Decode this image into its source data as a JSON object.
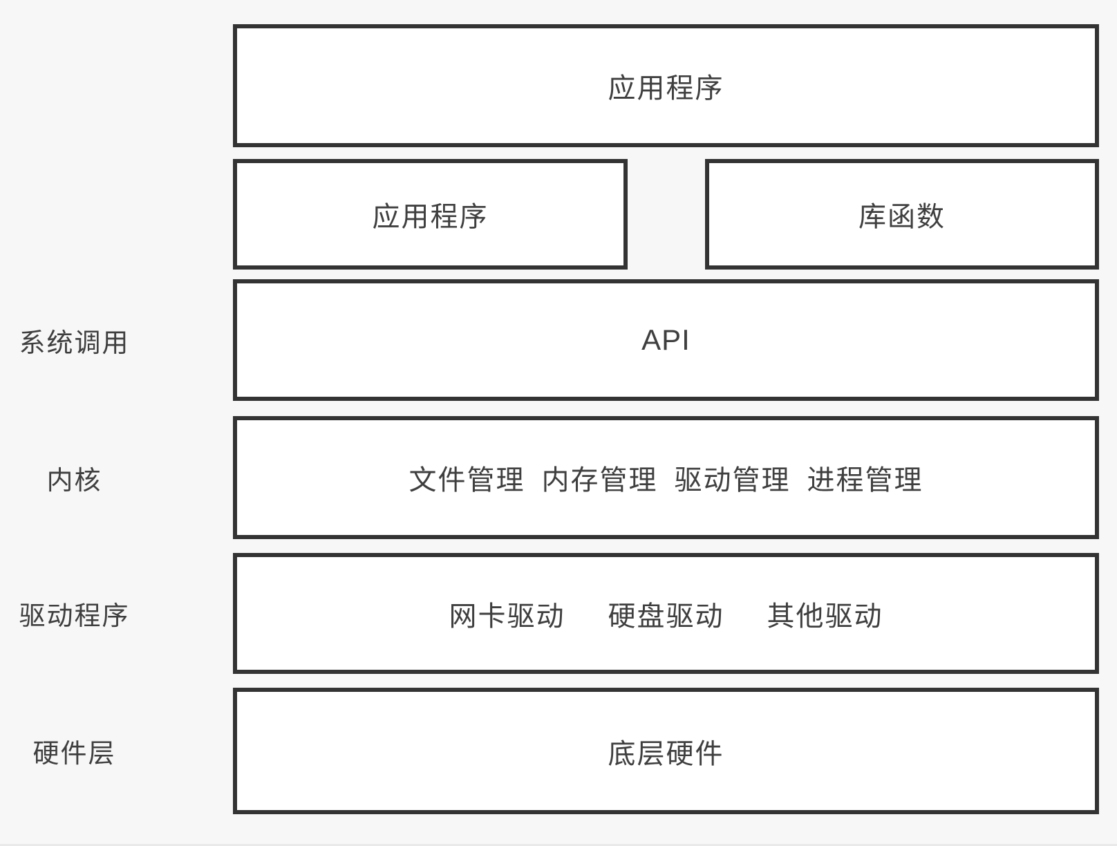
{
  "colors": {
    "background": "#f7f7f7",
    "box_fill": "#ffffff",
    "border": "#333333",
    "text": "#3f3f3f"
  },
  "diagram": {
    "side_labels": {
      "system_call": "系统调用",
      "kernel": "内核",
      "driver": "驱动程序",
      "hardware": "硬件层"
    },
    "boxes": {
      "application_top": "应用程序",
      "application": "应用程序",
      "library": "库函数",
      "api": "API",
      "kernel_items": [
        "文件管理",
        "内存管理",
        "驱动管理",
        "进程管理"
      ],
      "driver_items": [
        "网卡驱动",
        "硬盘驱动",
        "其他驱动"
      ],
      "hardware": "底层硬件"
    }
  }
}
